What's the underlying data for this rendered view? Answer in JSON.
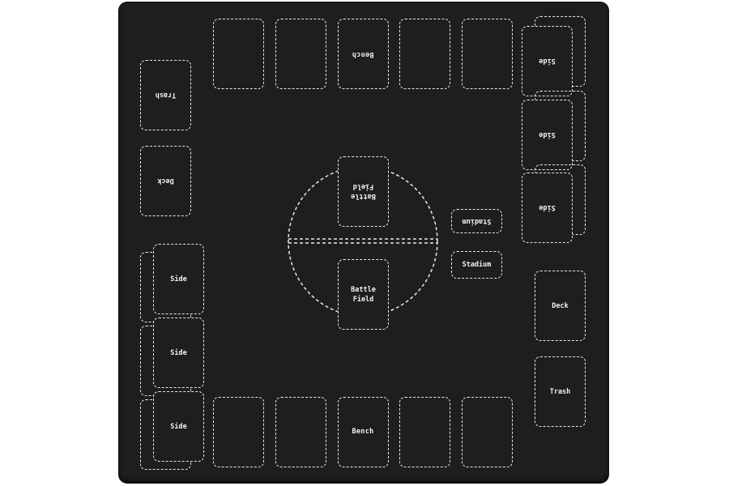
{
  "mat": {
    "colors": {
      "mat": "#1e1e1e",
      "line": "#e8e8e8",
      "background": "#ffffff"
    }
  },
  "top_player": {
    "bench_label": "Bench",
    "trash_label": "Trash",
    "deck_label": "Deck",
    "side_label": "Side",
    "stadium_label": "Stadium",
    "active_label_line1": "Battle",
    "active_label_line2": "Field"
  },
  "bottom_player": {
    "bench_label": "Bench",
    "trash_label": "Trash",
    "deck_label": "Deck",
    "side_label": "Side",
    "stadium_label": "Stadium",
    "active_label_line1": "Battle",
    "active_label_line2": "Field"
  }
}
